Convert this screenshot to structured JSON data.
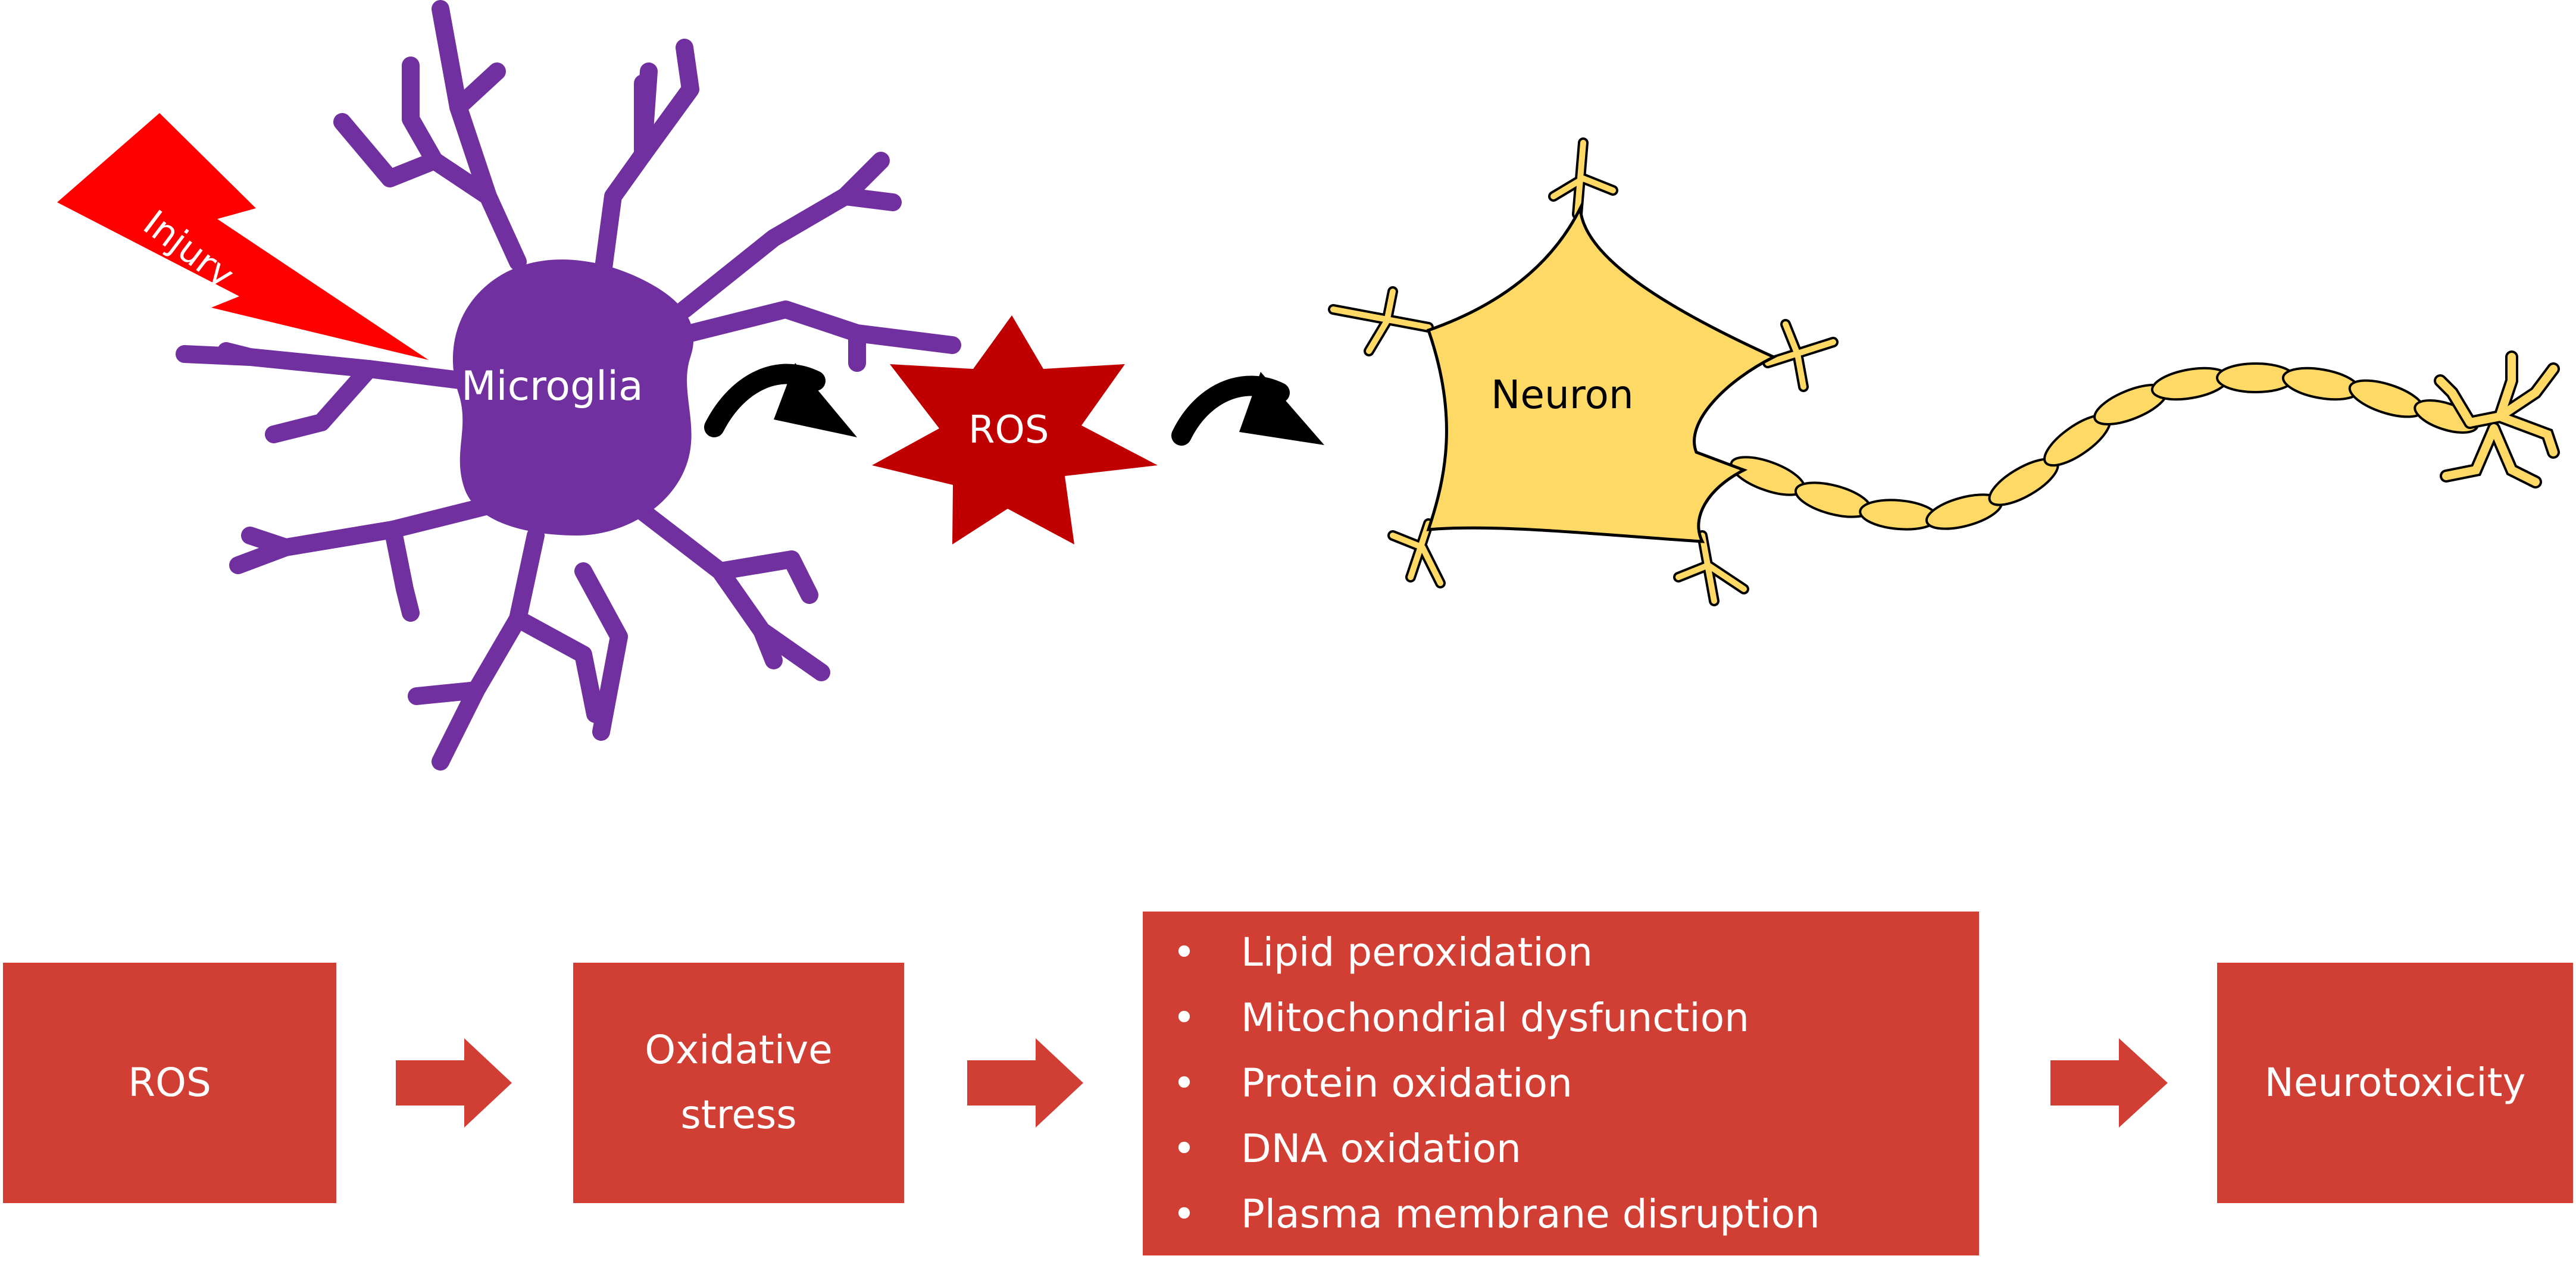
{
  "labels": {
    "injury": "Injury",
    "microglia": "Microglia",
    "ros_star": "ROS",
    "neuron": "Neuron"
  },
  "flow": {
    "box1": "ROS",
    "box2_line1": "Oxidative",
    "box2_line2": "stress",
    "effects": [
      "Lipid peroxidation",
      "Mitochondrial dysfunction",
      "Protein oxidation",
      "DNA oxidation",
      "Plasma membrane disruption"
    ],
    "box4": "Neurotoxicity"
  },
  "colors": {
    "microglia": "#7030a0",
    "injury": "#ff0000",
    "ros_star": "#c00000",
    "neuron": "#ffd966",
    "box": "#d13f34",
    "text_light": "#ffffff",
    "text_dark": "#000000"
  }
}
